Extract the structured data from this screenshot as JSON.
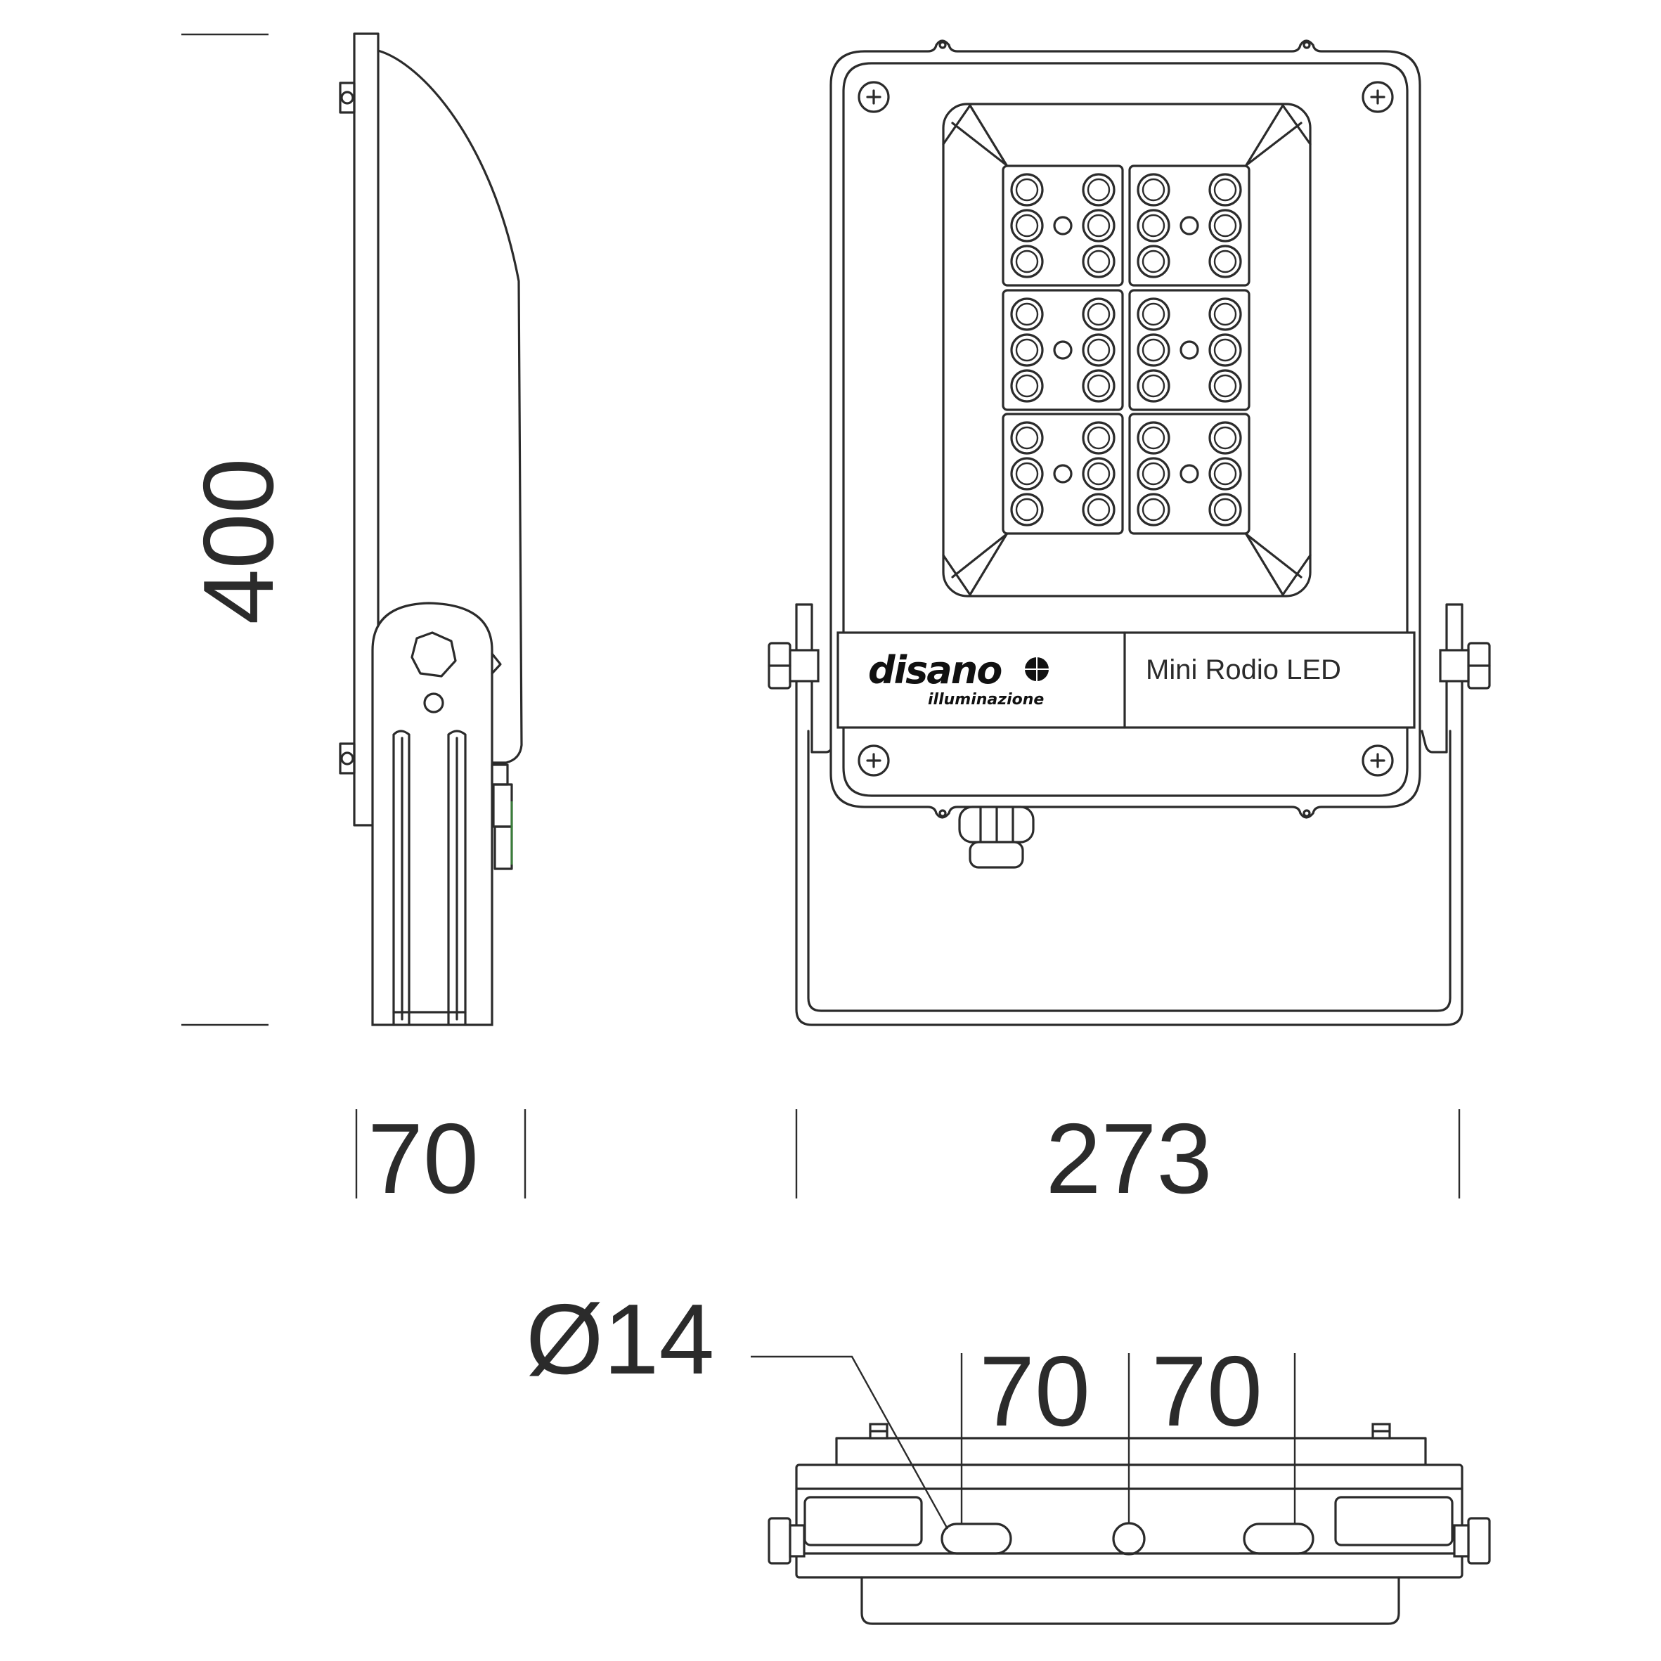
{
  "dimensions": {
    "height": "400",
    "depth": "70",
    "width": "273",
    "hole_diameter": "Ø14",
    "hole_spacing_left": "70",
    "hole_spacing_right": "70"
  },
  "label_plate": {
    "brand": "disano",
    "brand_sub": "illuminazione",
    "model": "Mini Rodio LED"
  },
  "colors": {
    "line": "#2b2b2b",
    "background": "#ffffff",
    "gland_accent": "#3a7d3a"
  },
  "icons": [
    "screw-icon",
    "disano-globe-icon"
  ]
}
